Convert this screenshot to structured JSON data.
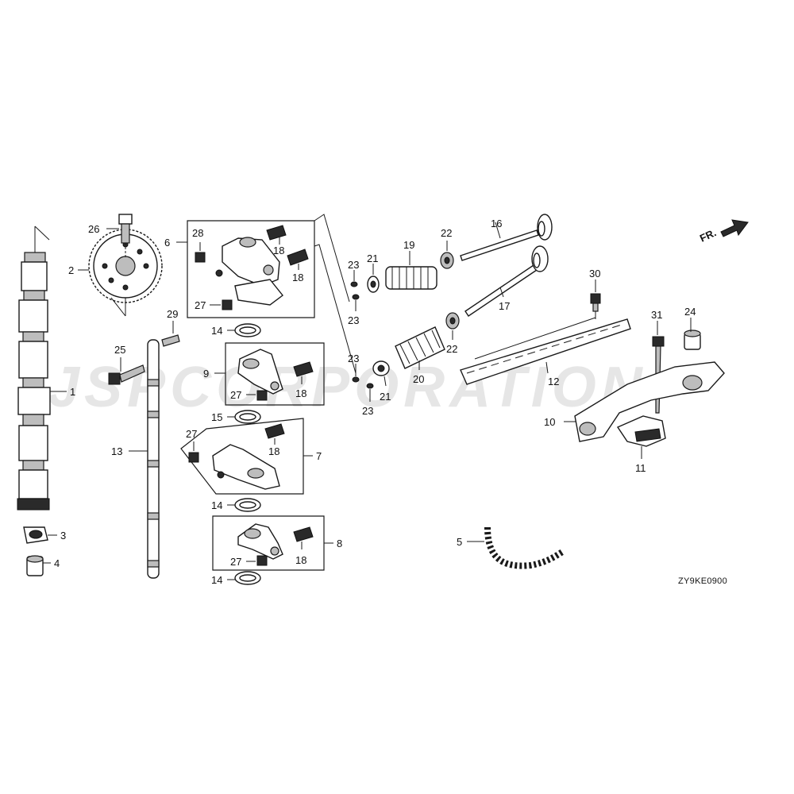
{
  "diagram": {
    "watermark": "JSPCORPORATION",
    "direction_label": "FR.",
    "diagram_code": "ZY9KE0900",
    "callouts": {
      "c1": "1",
      "c2": "2",
      "c3": "3",
      "c4": "4",
      "c5": "5",
      "c6": "6",
      "c7": "7",
      "c8": "8",
      "c9": "9",
      "c10": "10",
      "c11": "11",
      "c12": "12",
      "c13": "13",
      "c14a": "14",
      "c14b": "14",
      "c14c": "14",
      "c15": "15",
      "c16": "16",
      "c17": "17",
      "c18a": "18",
      "c18b": "18",
      "c18c": "18",
      "c18d": "18",
      "c18e": "18",
      "c19": "19",
      "c20": "20",
      "c21a": "21",
      "c21b": "21",
      "c22a": "22",
      "c22b": "22",
      "c23a": "23",
      "c23b": "23",
      "c23c": "23",
      "c23d": "23",
      "c24": "24",
      "c25": "25",
      "c26": "26",
      "c27a": "27",
      "c27b": "27",
      "c27c": "27",
      "c27d": "27",
      "c28": "28",
      "c29": "29",
      "c30": "30",
      "c31": "31"
    }
  }
}
